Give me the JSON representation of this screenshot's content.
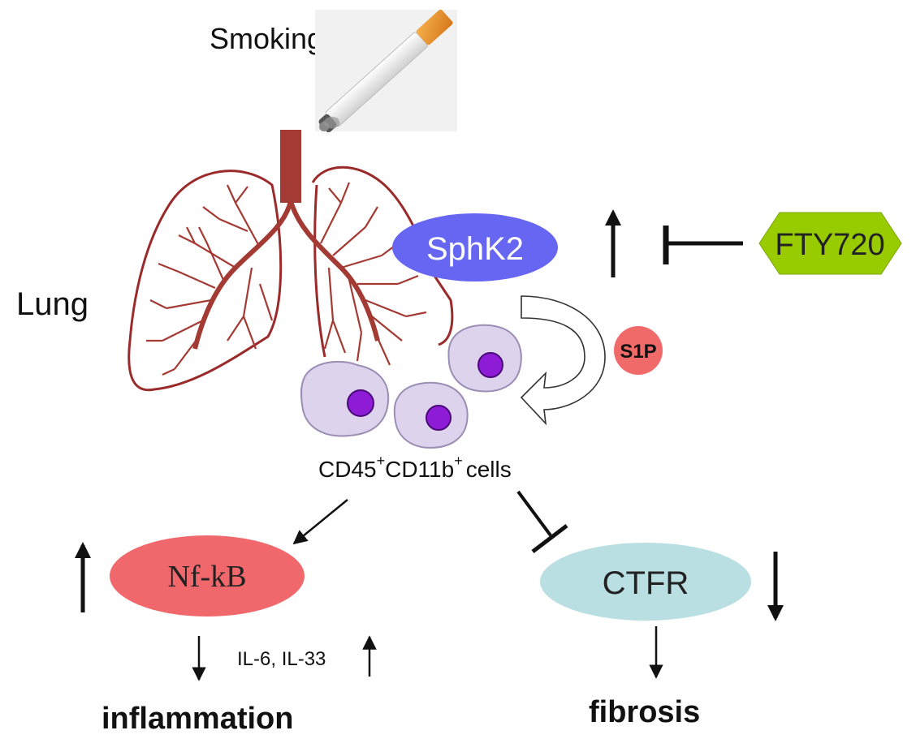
{
  "labels": {
    "smoking": "Smoking",
    "lung": "Lung",
    "sphk2": "SphK2",
    "fty720": "FTY720",
    "s1p": "S1P",
    "cells_a": "CD45",
    "cells_a_sup": "+",
    "cells_b": "CD11b",
    "cells_b_sup": "+",
    "cells_c": "cells",
    "nfkb": "Nf-kB",
    "ctfr": "CTFR",
    "il": "IL-6, IL-33",
    "inflammation": "inflammation",
    "fibrosis": "fibrosis"
  },
  "colors": {
    "sphk2_fill": "#6666f2",
    "fty720_fill": "#99cc00",
    "s1p_fill": "#f06a6a",
    "nfkb_fill": "#f0686c",
    "ctfr_fill": "#b9dfe3",
    "lung_stroke": "#9b2a2a",
    "trachea_fill": "#a33a33",
    "cell_body": "#ddd3ec",
    "cell_nucleus": "#8e1bd6"
  }
}
